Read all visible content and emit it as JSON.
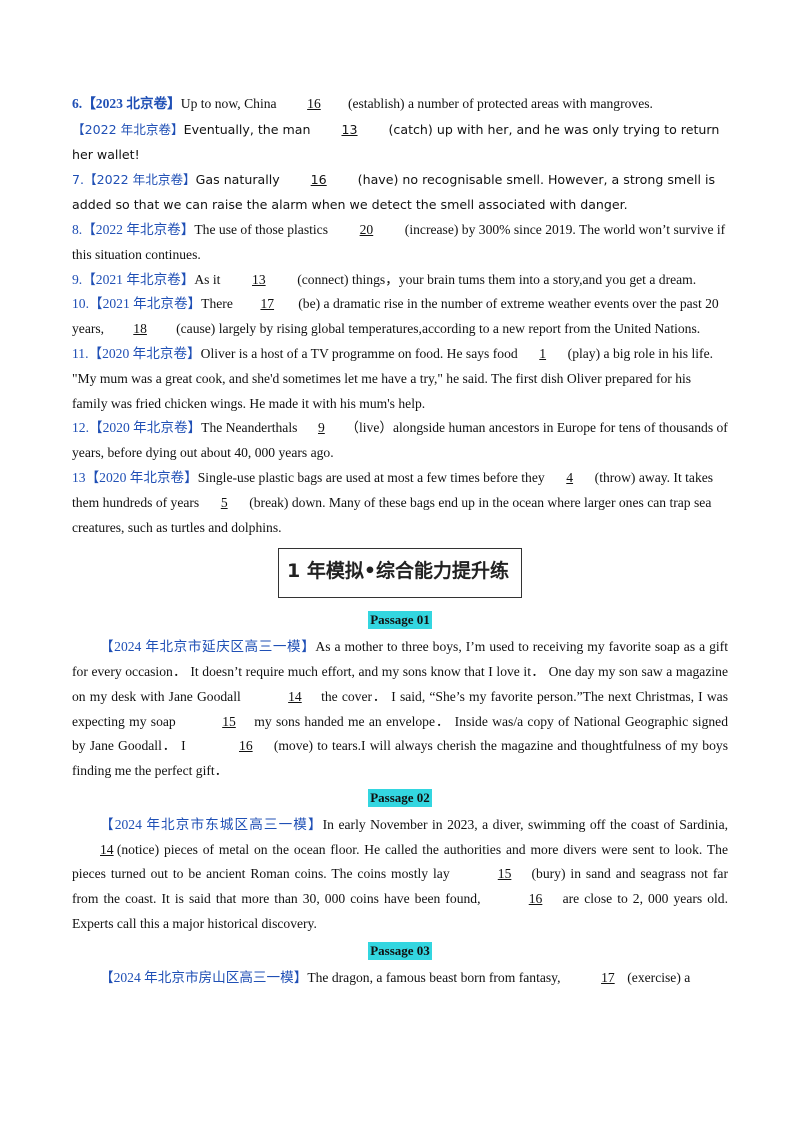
{
  "q6a": {
    "num": "6.",
    "src": "【2023 北京卷】",
    "pre": "Up to now, China ",
    "gap": "16",
    "post": "(establish) a number of protected areas with mangroves."
  },
  "q6b": {
    "src": "【2022 年北京卷】",
    "pre": "Eventually, the man ",
    "gap": "13",
    "post": " (catch) up with her, and he was only trying to return her wallet!"
  },
  "q7": {
    "num": "7.",
    "src": "【2022 年北京卷】",
    "pre": "Gas naturally ",
    "gap": "16",
    "post": " (have) no recognisable smell. However, a strong smell is added so that we can raise the alarm when we detect the smell associated with danger."
  },
  "q8": {
    "num": "8.",
    "src": "【2022 年北京卷】",
    "pre": "The use of those plastics ",
    "gap": "20",
    "post": " (increase) by 300% since 2019. The world won’t survive if this situation continues."
  },
  "q9": {
    "num": "9.",
    "src": "【2021 年北京卷】",
    "pre": "As it ",
    "gap": "13",
    "post": " (connect) things，your brain tums them into a story,and you get a dream."
  },
  "q10": {
    "num": "10.",
    "src": "【2021 年北京卷】",
    "pre": "There ",
    "gap1": "17",
    "mid": "(be) a dramatic rise in the number of extreme weather events over the past 20 years,",
    "gap2": "18",
    "post": "(cause) largely by rising global temperatures,according to a new report from the United Nations."
  },
  "q11": {
    "num": "11.",
    "src": "【2020 年北京卷】",
    "pre": "Oliver is a host of a TV programme on food. He says food",
    "gap": "1",
    "post": "(play) a big role in his life. \"My mum was a great cook, and she'd sometimes let me have a try,\" he said. The first dish Oliver prepared for his family was fried chicken wings. He made it with his mum's help."
  },
  "q12": {
    "num": "12.",
    "src": "【2020 年北京卷】",
    "pre": "The Neanderthals",
    "gap": "9",
    "post": "（live）alongside human ancestors in Europe for tens of thousands of years, before dying out about 40, 000 years ago."
  },
  "q13": {
    "num": "13",
    "src": "【2020 年北京卷】",
    "pre": "Single-use plastic bags are used at most a few times before they",
    "gap1": "4",
    "mid": "(throw) away. It takes them hundreds of years",
    "gap2": "5",
    "post": "(break) down. Many of these bags end up in the ocean where larger ones can trap sea creatures, such as turtles and dolphins."
  },
  "banner": "1 年模拟•综合能力提升练",
  "p1": {
    "label": "Passage  01",
    "src": "【2024 年北京市延庆区高三一模】",
    "t1": "As a mother to three boys, I’m used to receiving my favorite soap as a gift for every occasion． It doesn’t require much effort, and my sons know that I love it． One day my son saw a magazine on my desk with Jane Goodall ",
    "g1": "14",
    "t2": " the cover． I said, “She’s my favorite person.”The next Christmas, I was expecting my soap ",
    "g2": "15",
    "t3": " my sons handed me an envelope． Inside was/a copy of National Geographic signed by Jane Goodall． I ",
    "g3": "16",
    "t4": "(move) to tears.I will always cherish the magazine and thoughtfulness of my boys finding me the perfect gift．"
  },
  "p2": {
    "label": "Passage  02",
    "src": "【2024 年北京市东城区高三一模】",
    "t1": "In early November in 2023, a diver, swimming off the coast of Sardinia, ",
    "g1": "14",
    "t2": " (notice) pieces of metal on the ocean floor. He called the authorities and more divers were sent to look. The pieces turned out to be ancient Roman coins. The coins mostly lay ",
    "g2": "15",
    "t3": " (bury) in sand and seagrass not far from the coast. It is said that more than 30, 000 coins have been found, ",
    "g3": "16",
    "t4": " are close to 2, 000 years old. Experts call this a major historical discovery."
  },
  "p3": {
    "label": "Passage  03",
    "src": "【2024 年北京市房山区高三一模】",
    "t1": "The dragon, a famous beast born from fantasy, ",
    "g1": "17",
    "t2": " (exercise) a"
  }
}
